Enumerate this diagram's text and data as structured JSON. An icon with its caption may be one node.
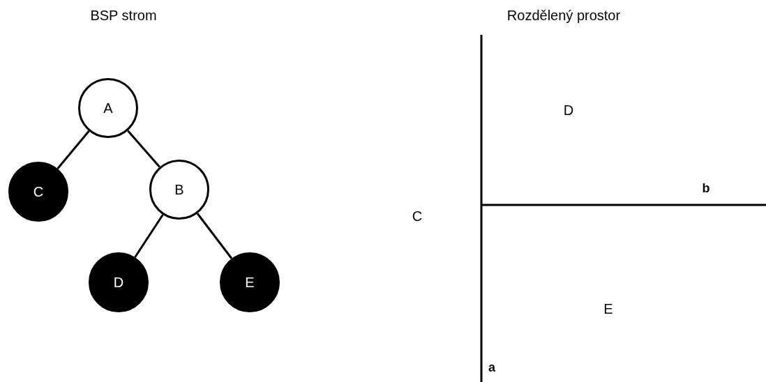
{
  "diagram": {
    "nodes": [
      {
        "text": [
          "A"
        ]
      },
      {
        "text": [
          "C"
        ]
      },
      {
        "text": [
          "B"
        ]
      },
      {
        "text": [
          "D"
        ]
      },
      {
        "text": [
          "E"
        ]
      }
    ],
    "edges": [
      {
        "from": 0,
        "to": 1,
        "arrow": "none"
      },
      {
        "from": 0,
        "to": 2,
        "arrow": "none"
      },
      {
        "from": 2,
        "to": 3,
        "arrow": "none"
      },
      {
        "from": 2,
        "to": 4,
        "arrow": "none"
      }
    ],
    "labels": [
      "BSP strom",
      "Rozdělený prostor",
      "D",
      "b",
      "C",
      "E",
      "a"
    ]
  }
}
